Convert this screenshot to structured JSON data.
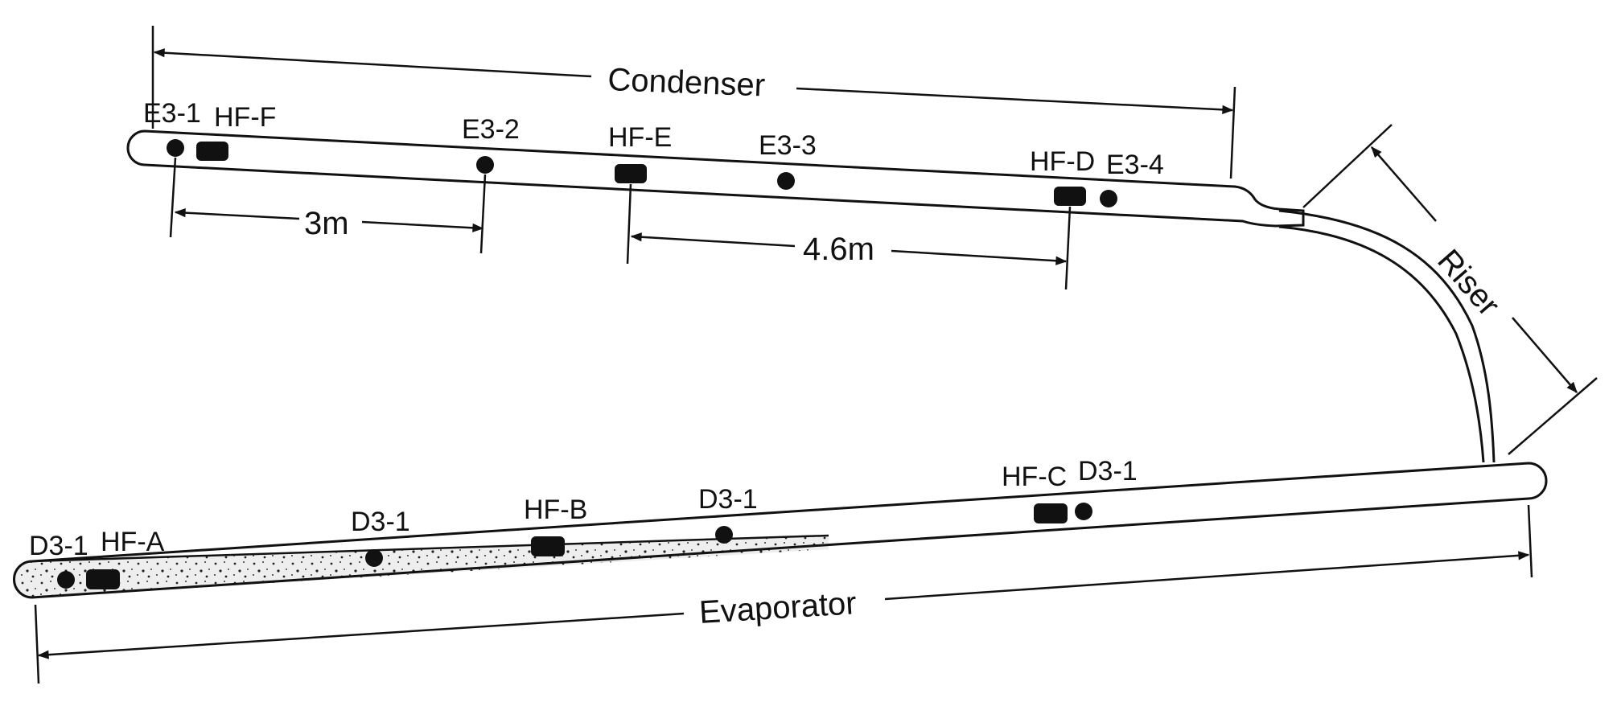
{
  "colors": {
    "ink": "#111111",
    "background": "#ffffff",
    "evaporator_fill": "#eeeeee"
  },
  "sections": {
    "condenser": "Condenser",
    "evaporator": "Evaporator",
    "riser": "Riser"
  },
  "dimensions": {
    "condenser_spacing": "3m",
    "condenser_spacing_2": "4.6m"
  },
  "sensors": {
    "condenser": {
      "e3_1": "E3-1",
      "hf_f": "HF-F",
      "e3_2": "E3-2",
      "hf_e": "HF-E",
      "e3_3": "E3-3",
      "hf_d": "HF-D",
      "e3_4": "E3-4"
    },
    "evaporator": {
      "d3_1_a": "D3-1",
      "hf_a": "HF-A",
      "d3_1_b": "D3-1",
      "hf_b": "HF-B",
      "d3_1_c": "D3-1",
      "hf_c": "HF-C",
      "d3_1_d": "D3-1"
    }
  }
}
